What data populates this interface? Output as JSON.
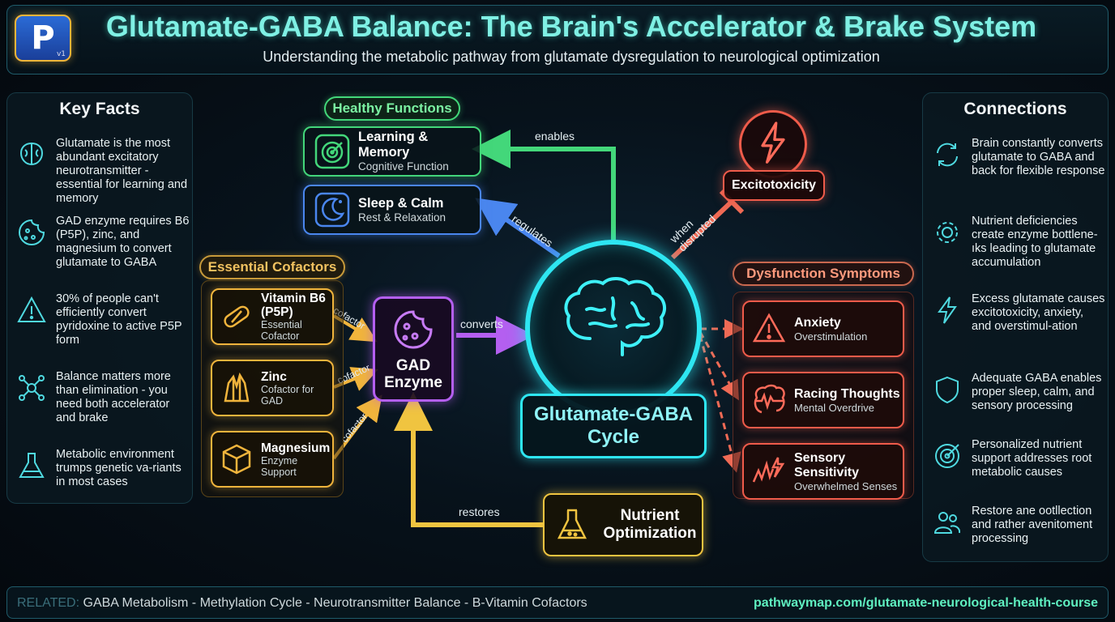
{
  "header": {
    "logo_letter": "P",
    "logo_version": "v1",
    "title": "Glutamate-GABA Balance: The Brain's Accelerator & Brake System",
    "subtitle": "Understanding the metabolic pathway from glutamate dysregulation to neurological optimization"
  },
  "key_facts": {
    "title": "Key Facts",
    "items": [
      {
        "icon": "brain-icon",
        "text": "Glutamate is the most abundant excitatory neurotransmitter - essential for learning and memory"
      },
      {
        "icon": "enzyme-icon",
        "text": "GAD enzyme requires B6 (P5P), zinc, and magnesium to convert glutamate to GABA"
      },
      {
        "icon": "warning-icon",
        "text": "30% of people can't efficiently convert pyridoxine to active P5P form"
      },
      {
        "icon": "network-icon",
        "text": "Balance matters more than elimination - you need both accelerator and brake"
      },
      {
        "icon": "flask-icon",
        "text": "Metabolic environment trumps genetic va-riants in most cases"
      }
    ]
  },
  "connections": {
    "title": "Connections",
    "items": [
      {
        "icon": "cycle-arrows-icon",
        "text": "Brain constantly converts glutamate to GABA and back for flexible response"
      },
      {
        "icon": "gear-icon",
        "text": "Nutrient deficiencies create enzyme bottlene-ıks leading to glutamate accumulation"
      },
      {
        "icon": "lightning-icon",
        "text": "Excess glutamate causes excitotoxicity, anxiety, and overstimul-ation"
      },
      {
        "icon": "shield-icon",
        "text": "Adequate GABA enables proper sleep, calm, and sensory processing"
      },
      {
        "icon": "target-icon",
        "text": "Personalized nutrient support addresses root metabolic causes"
      },
      {
        "icon": "people-icon",
        "text": "Restore ane ootllection and rather avenitoment processing"
      }
    ]
  },
  "healthy": {
    "header": "Healthy Functions",
    "learning": {
      "title": "Learning & Memory",
      "sub": "Cognitive Function"
    },
    "sleep": {
      "title": "Sleep & Calm",
      "sub": "Rest & Relaxation"
    }
  },
  "cofactors": {
    "header": "Essential Cofactors",
    "b6": {
      "title": "Vitamin B6 (P5P)",
      "sub": "Essential Cofactor"
    },
    "zinc": {
      "title": "Zinc",
      "sub": "Cofactor for GAD"
    },
    "mg": {
      "title": "Magnesium",
      "sub": "Enzyme Support"
    }
  },
  "gad": {
    "label": "GAD Enzyme"
  },
  "cycle": {
    "label": "Glutamate-GABA Cycle"
  },
  "excitotoxicity": {
    "label": "Excitotoxicity"
  },
  "dysfunction": {
    "header": "Dysfunction Symptoms",
    "anxiety": {
      "title": "Anxiety",
      "sub": "Overstimulation"
    },
    "racing": {
      "title": "Racing Thoughts",
      "sub": "Mental Overdrive"
    },
    "sensory": {
      "title": "Sensory Sensitivity",
      "sub": "Overwhelmed Senses"
    }
  },
  "nutrient": {
    "label": "Nutrient Optimization"
  },
  "edges": {
    "enables": "enables",
    "regulates": "regulates",
    "when_disrupted": "when disrupted",
    "converts": "converts",
    "restores": "restores",
    "cofactor": "cofactor"
  },
  "footer": {
    "related_label": "RELATED:",
    "related_items": "GABA Metabolism - Methylation Cycle - Neurotransmitter Balance - B-Vitamin Cofactors",
    "url": "pathwaymap.com/glutamate-neurological-health-course"
  },
  "colors": {
    "cyan": "#2ee6f2",
    "green": "#43d77a",
    "blue": "#4a86ee",
    "purple": "#b45ff0",
    "orange": "#f0b43c",
    "red": "#ef5b4a",
    "yellow": "#f0c440"
  }
}
